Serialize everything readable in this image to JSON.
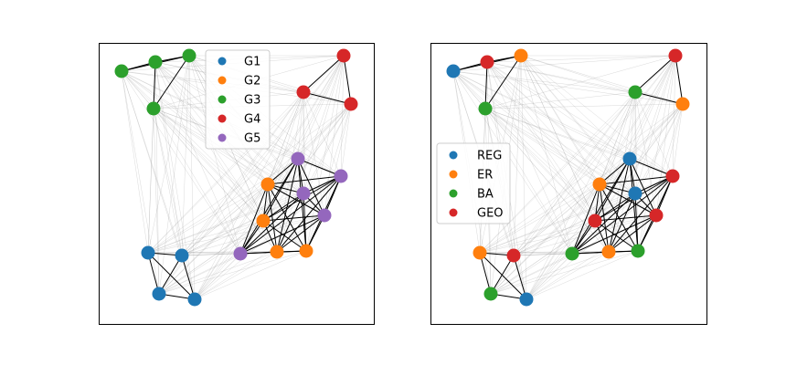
{
  "panels": [
    {
      "legend_title": "",
      "legend": [
        {
          "label": "G1",
          "color": "#1f77b4"
        },
        {
          "label": "G2",
          "color": "#ff7f0e"
        },
        {
          "label": "G3",
          "color": "#2ca02c"
        },
        {
          "label": "G4",
          "color": "#d62728"
        },
        {
          "label": "G5",
          "color": "#9467bd"
        }
      ],
      "node_groups": [
        "G3",
        "G3",
        "G3",
        "G3",
        "G4",
        "G4",
        "G4",
        "G5",
        "G5",
        "G5",
        "G5",
        "G2",
        "G2",
        "G2",
        "G2",
        "G5",
        "G1",
        "G1",
        "G1",
        "G1"
      ]
    },
    {
      "legend_title": "",
      "legend": [
        {
          "label": "REG",
          "color": "#1f77b4"
        },
        {
          "label": "ER",
          "color": "#ff7f0e"
        },
        {
          "label": "BA",
          "color": "#2ca02c"
        },
        {
          "label": "GEO",
          "color": "#d62728"
        }
      ],
      "node_groups": [
        "REG",
        "GEO",
        "ER",
        "BA",
        "GEO",
        "BA",
        "ER",
        "REG",
        "GEO",
        "REG",
        "GEO",
        "ER",
        "GEO",
        "ER",
        "BA",
        "BA",
        "ER",
        "GEO",
        "BA",
        "REG"
      ]
    }
  ]
}
